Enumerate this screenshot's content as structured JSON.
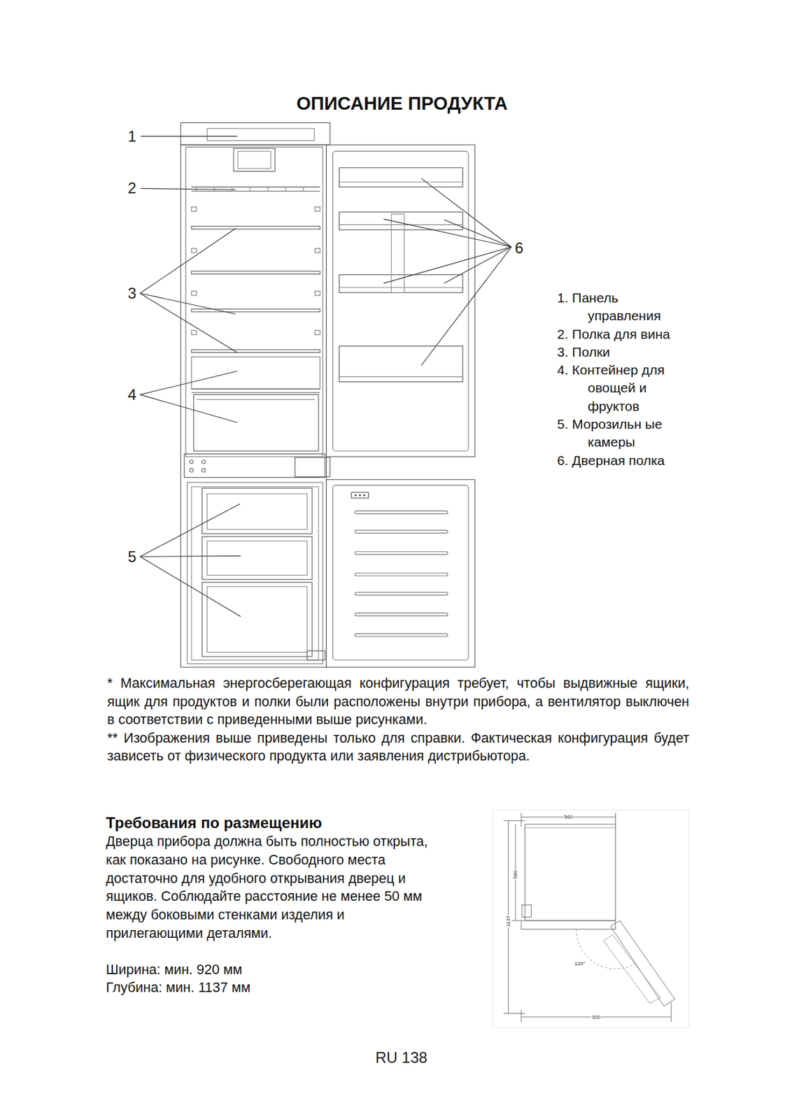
{
  "diagram": {
    "title": "ОПИСАНИЕ ПРОДУКТА",
    "labels": [
      "1",
      "2",
      "6",
      "3",
      "1. Панель управления",
      "2. Полка для вина",
      "3. Полки",
      "4",
      "4. Контейнер для овощей и фруктов",
      "5. Морозильн ые камеры",
      "6. Дверная полка",
      "5",
      "* Максимальная энергосберегающая конфигурация требует, чтобы выдвижные ящики, ящик для продуктов и полки были расположены внутри прибора, а вентилятор выключен в соответствии с приведенными выше рисунками.",
      "** Изображения выше приведены только для справки. Фактическая конфигурация будет зависеть от физического продукта или заявления дистрибьютора.",
      "Требования по размещению",
      "Дверца прибора должна быть полностью открыта, как показано на рисунке. Свободного места достаточно для удобного открывания дверец и ящиков. Соблюдайте расстояние не менее 50 мм между боковыми стенками изделия и прилегающими деталями.",
      "560",
      "580",
      "1137",
      "120°",
      "Ширина: мин. 920 мм",
      "Глубина: мин. 1137 мм",
      "920",
      "RU 138"
    ]
  }
}
